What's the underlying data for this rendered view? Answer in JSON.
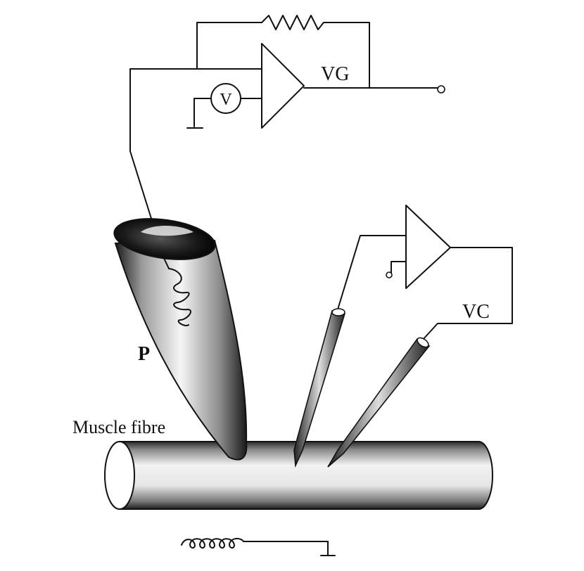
{
  "labels": {
    "voltage_gain": "VG",
    "voltmeter": "V",
    "pipette": "P",
    "voltage_clamp": "VC",
    "muscle_fibre": "Muscle fibre"
  }
}
